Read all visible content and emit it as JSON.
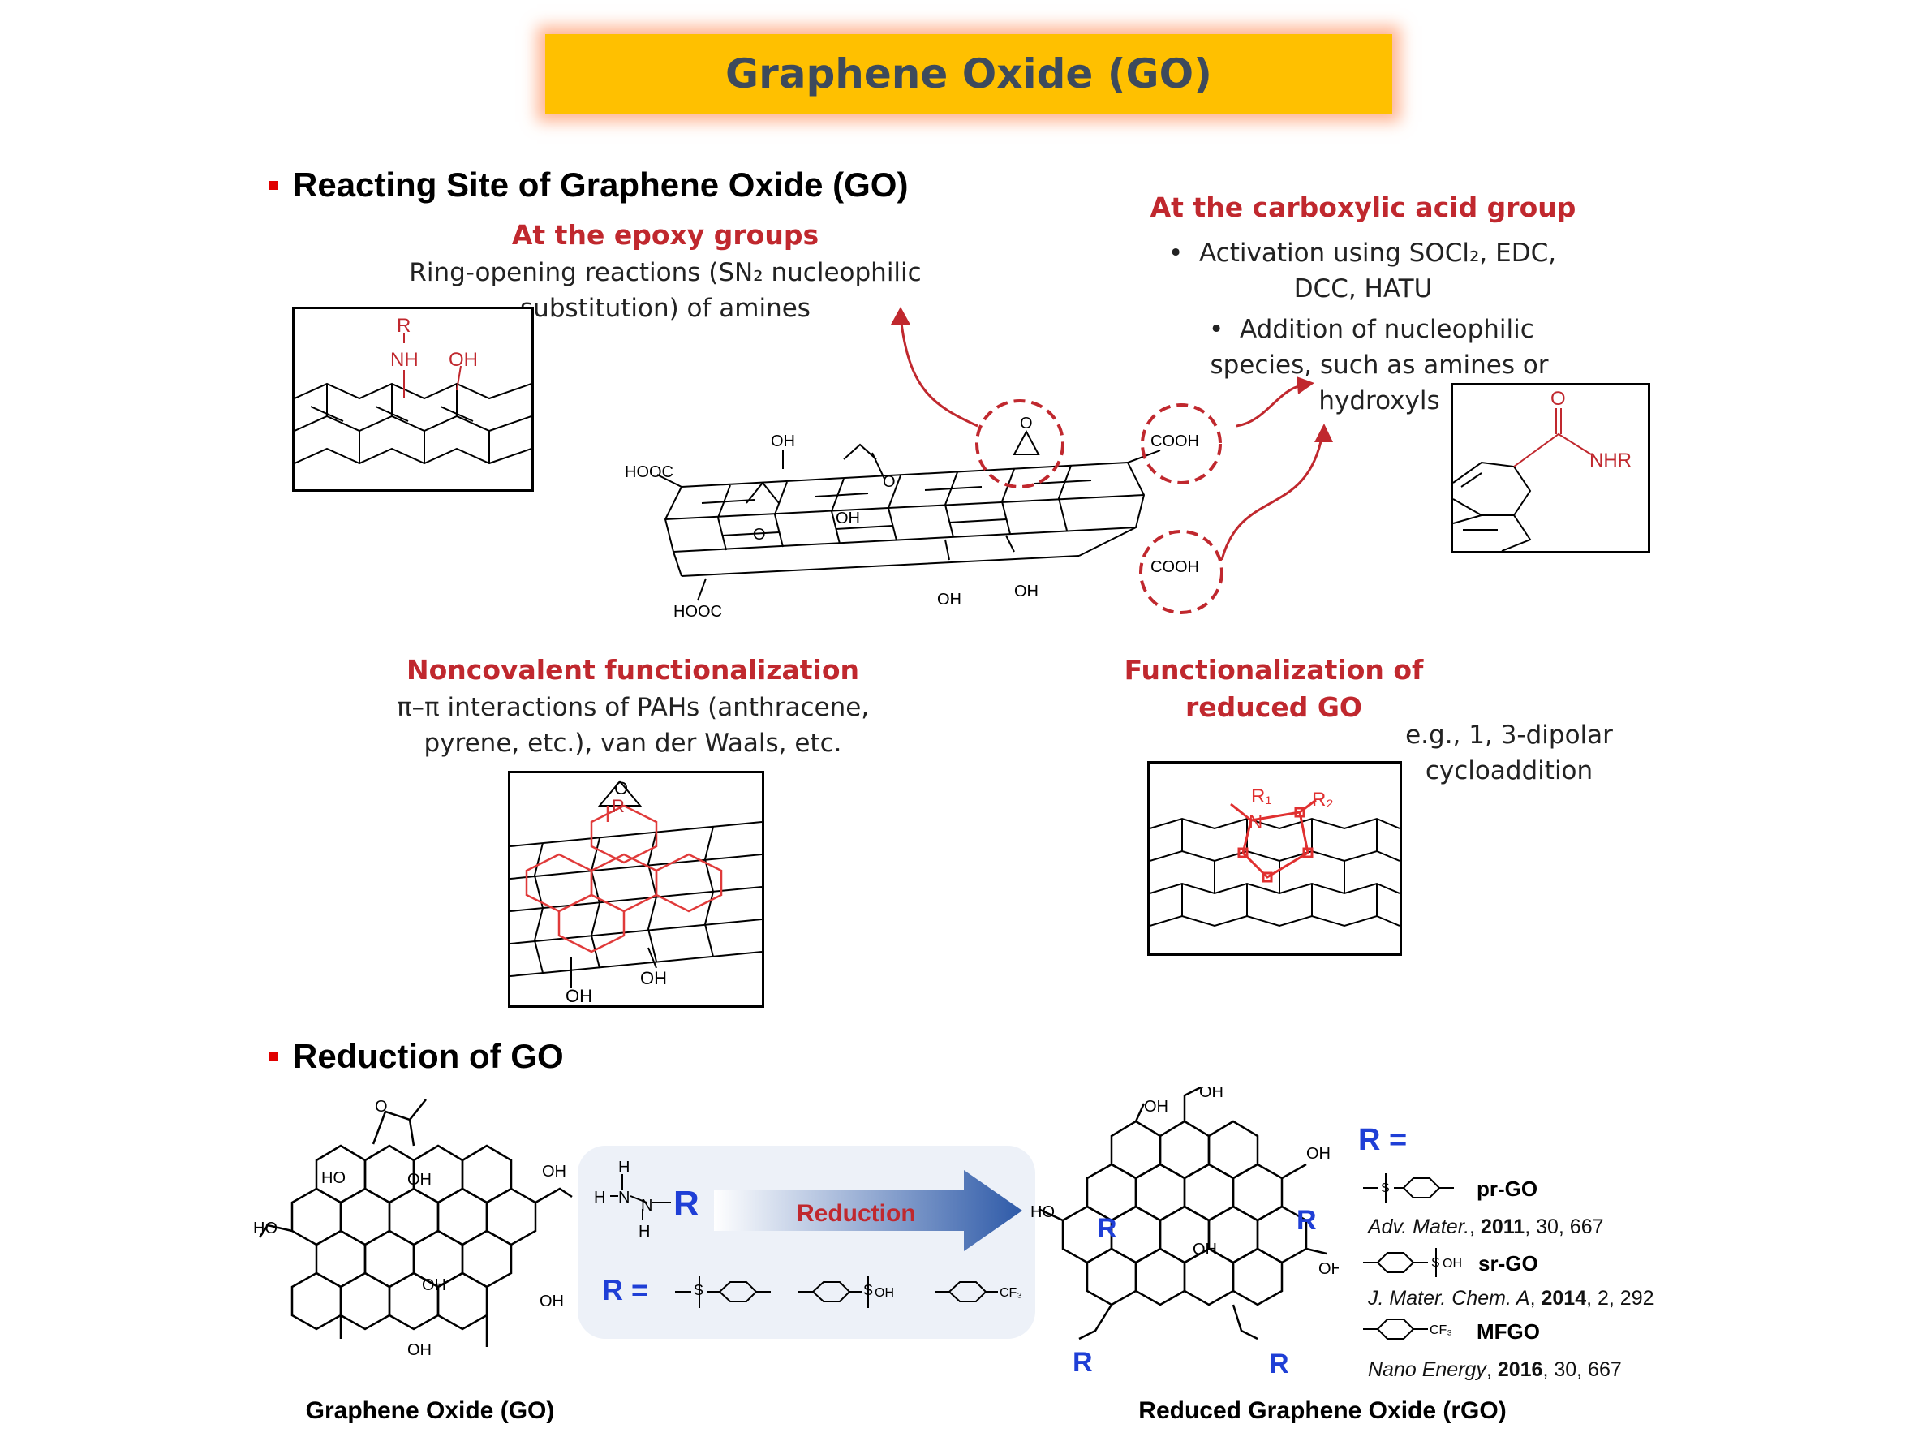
{
  "banner": {
    "title": "Graphene Oxide (GO)"
  },
  "section1": {
    "heading": "Reacting Site of Graphene Oxide (GO)",
    "epoxy": {
      "title": "At the epoxy groups",
      "line1": "Ring-opening reactions (SN₂ nucleophilic",
      "line2": "substitution) of amines"
    },
    "carboxylic": {
      "title": "At the carboxylic acid group",
      "b1_line1": "Activation using SOCl₂, EDC,",
      "b1_line2": "DCC, HATU",
      "b2_line1": "Addition of nucleophilic",
      "b2_line2": "species, such as amines or",
      "b2_line3": "hydroxyls"
    },
    "noncovalent": {
      "title": "Noncovalent functionalization",
      "line1": "π–π interactions of PAHs (anthracene,",
      "line2": "pyrene, etc.), van der Waals, etc."
    },
    "reduced": {
      "title_line1": "Functionalization of",
      "title_line2": "reduced GO",
      "note_line1": "e.g., 1, 3-dipolar",
      "note_line2": "cycloaddition"
    },
    "labels": {
      "R": "R",
      "NH": "NH",
      "OH": "OH",
      "O": "O",
      "NHR": "NHR",
      "HOOC": "HOOC",
      "COOH": "COOH",
      "R1": "R₁",
      "R2": "R₂",
      "N": "N"
    }
  },
  "section2": {
    "heading": "Reduction of GO",
    "go_caption": "Graphene Oxide (GO)",
    "rgo_caption": "Reduced Graphene Oxide (rGO)",
    "arrow_label": "Reduction",
    "R": "R",
    "R_equals": "R  =",
    "hydrazine_H": "H",
    "hydrazine_N": "N",
    "substituents": [
      "—S(O₂)—Ph—",
      "—Ph—SO₂OH",
      "—Ph—CF₃"
    ],
    "variants": [
      {
        "name": "pr-GO",
        "journal": "Adv. Mater.",
        "year": "2011",
        "rest": ", 30, 667"
      },
      {
        "name": "sr-GO",
        "journal": "J. Mater. Chem. A",
        "year": "2014",
        "rest": ", 2, 292"
      },
      {
        "name": "MFGO",
        "journal": "Nano Energy",
        "year": "2016",
        "rest": ", 30, 667"
      }
    ]
  },
  "colors": {
    "banner": "#ffc000",
    "accent_red": "#c0282e",
    "blue_R": "#1f3fd6",
    "arrow": "#2e5aa8"
  }
}
